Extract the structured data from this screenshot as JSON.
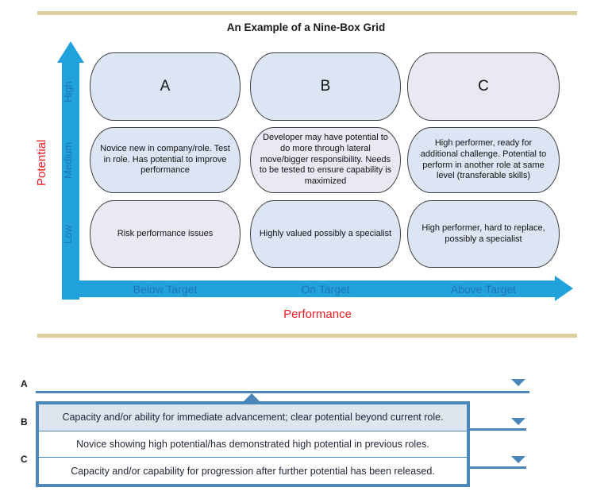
{
  "page": {
    "title": "An Example of a Nine-Box Grid"
  },
  "colors": {
    "axis_bar_blue": "#22a2dc",
    "axis_tick_blue": "#1b74b8",
    "axis_title_red": "#ed1c24",
    "cell_blue": "#dce5f3",
    "cell_lavender": "#eae9f3",
    "accent_blue": "#4a86b8",
    "option_highlight": "#dde5ee",
    "divider_tan": "#dbcf9e"
  },
  "grid": {
    "y_axis": {
      "label": "Potential",
      "ticks": [
        "High",
        "Medium",
        "Low"
      ]
    },
    "x_axis": {
      "label": "Performance",
      "ticks": [
        "Below Target",
        "On Target",
        "Above Target"
      ]
    },
    "cells": [
      {
        "text": "A"
      },
      {
        "text": "B"
      },
      {
        "text": "C"
      },
      {
        "text": "Novice new in company/role. Test in role. Has potential to improve performance"
      },
      {
        "text": "Developer may have potential to do more through lateral move/bigger responsibility. Needs to be tested to ensure capability is maximized"
      },
      {
        "text": "High performer, ready for additional challenge. Potential to perform in another role at same level (transferable skills)"
      },
      {
        "text": "Risk performance issues"
      },
      {
        "text": "Highly valued possibly a specialist"
      },
      {
        "text": "High performer, hard to replace, possibly a specialist"
      }
    ]
  },
  "matching": {
    "labels": [
      "A",
      "B",
      "C"
    ],
    "options": [
      "Capacity and/or ability for immediate advancement; clear potential beyond current role.",
      "Novice showing high potential/has demonstrated high potential in previous roles.",
      "Capacity and/or capability for progression after further potential has been released."
    ]
  }
}
